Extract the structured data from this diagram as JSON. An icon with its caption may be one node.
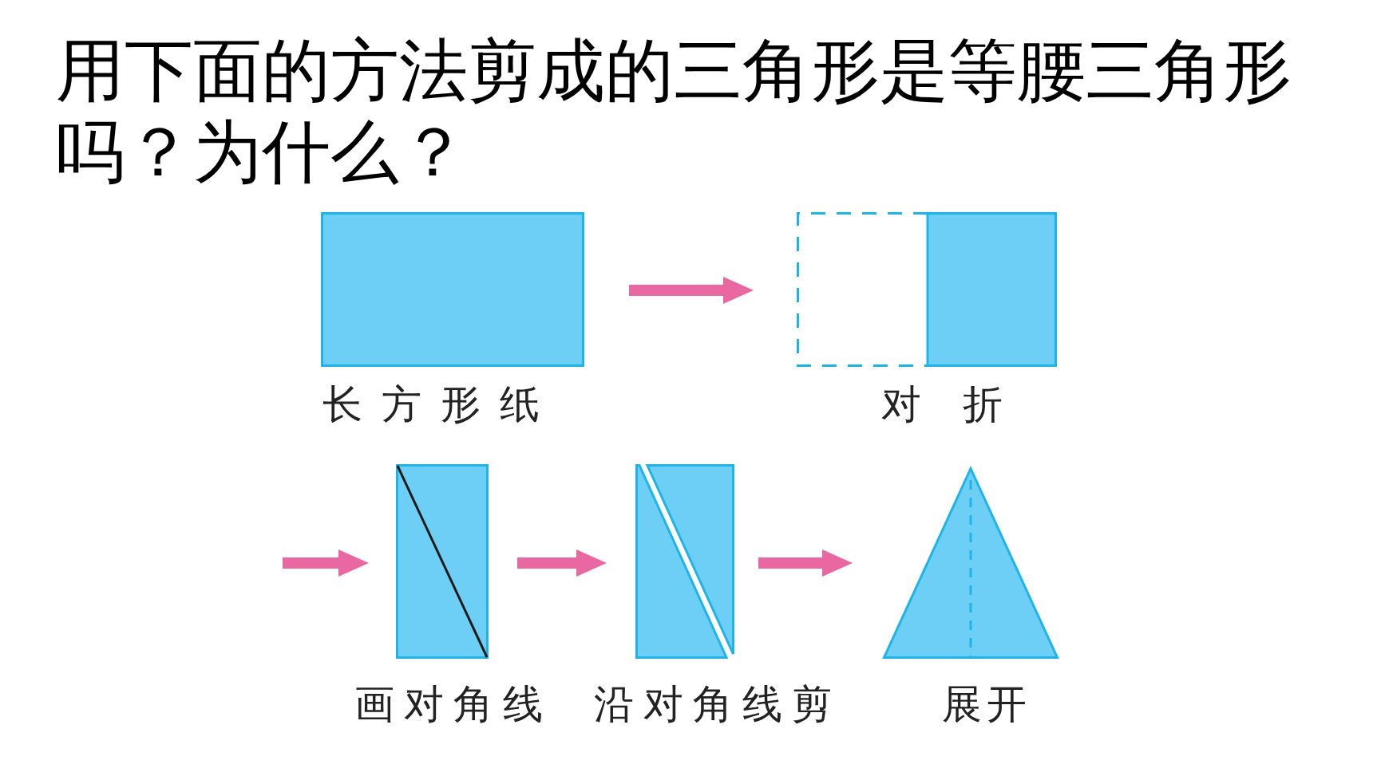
{
  "diagram": {
    "title": "用下面的方法剪成的三角形是等腰三角形吗？为什么？",
    "nodes": [
      {
        "text": [
          "长方形纸"
        ]
      },
      {
        "text": [
          "对折"
        ]
      },
      {
        "text": [
          "画对角线"
        ]
      },
      {
        "text": [
          "沿对角线剪"
        ]
      },
      {
        "text": [
          "展开"
        ]
      }
    ],
    "edges": [
      {
        "from": 0,
        "to": 1,
        "arrow": "to"
      },
      {
        "from": null,
        "to": 2,
        "arrow": "to"
      },
      {
        "from": 2,
        "to": 3,
        "arrow": "to"
      },
      {
        "from": 3,
        "to": 4,
        "arrow": "to"
      }
    ]
  }
}
